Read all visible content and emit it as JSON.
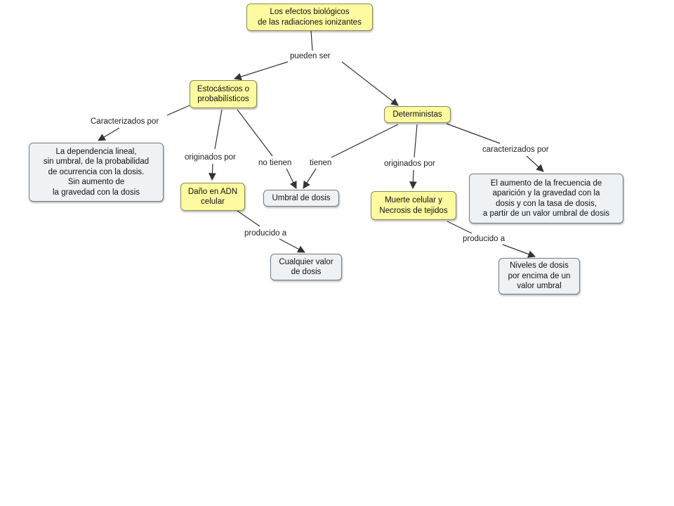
{
  "concept_map": {
    "nodes": {
      "root": "Los efectos biológicos\nde las radiaciones ionizantes",
      "estocasticos": "Estocásticos o\nprobabilísticos",
      "deterministas": "Deterministas",
      "dependencia": "La dependencia lineal,\nsin umbral, de la probabilidad\nde ocurrencia con la dosis.\nSin aumento de\nla gravedad con la dosis",
      "dano_adn": "Daño en ADN\ncelular",
      "umbral": "Umbral de dosis",
      "muerte": "Muerte celular y\nNecrosis de tejidos",
      "aumento": "El aumento de la frecuencia de\naparición y la gravedad con la\ndosis y con la tasa de dosis,\na partir de un valor umbral de dosis",
      "cualquier": "Cualquier valor\nde dosis",
      "niveles": "Niveles de dosis\npor encima de un\nvalor umbral"
    },
    "links": {
      "pueden_ser": "pueden ser",
      "caracterizados_por_1": "Caracterizados por",
      "originados_por_1": "originados por",
      "no_tienen": "no tienen",
      "tienen": "tienen",
      "originados_por_2": "originados por",
      "caracterizados_por_2": "caracterizados por",
      "producido_a_1": "producido a",
      "producido_a_2": "producido a"
    }
  },
  "colors": {
    "concept_fill": "#fdfaa0",
    "result_fill": "#eef2f5",
    "line": "#333333"
  }
}
